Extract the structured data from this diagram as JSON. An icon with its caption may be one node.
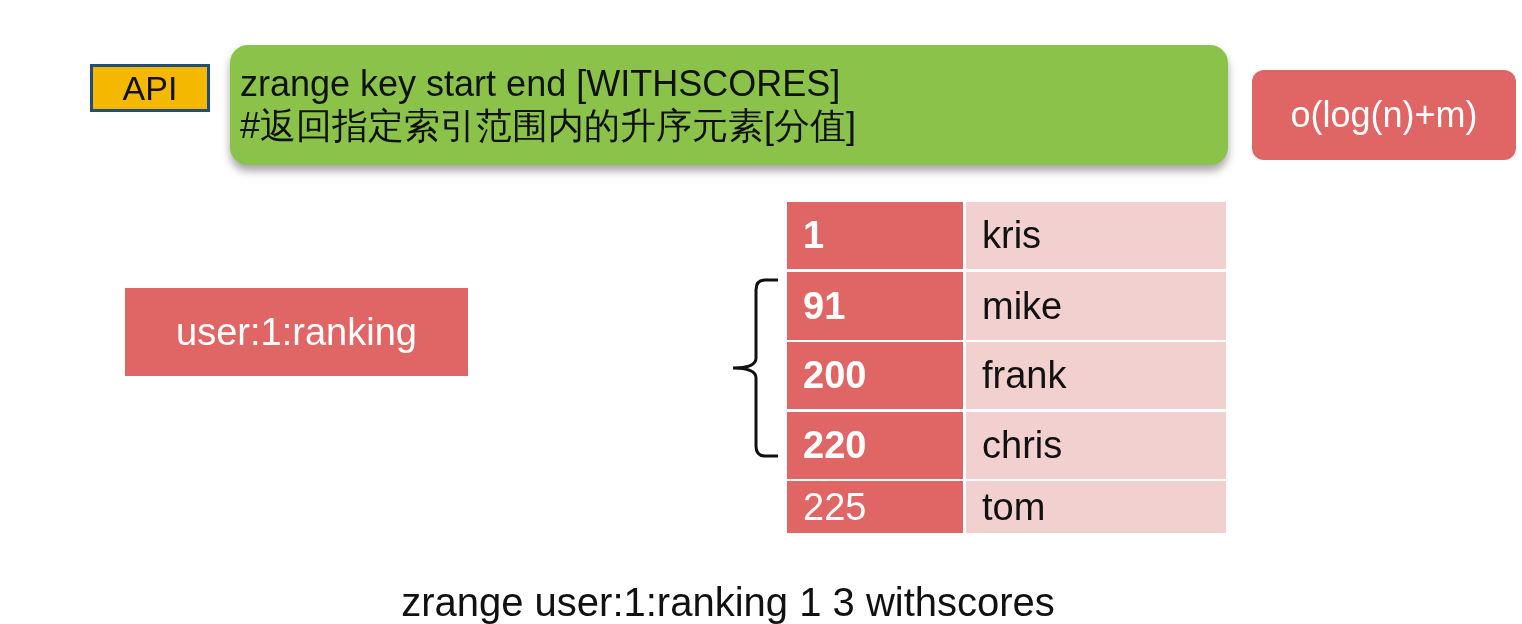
{
  "diagram": {
    "nodes": [
      {
        "text": [
          "API"
        ]
      },
      {
        "text": [
          "zrange key start end [WITHSCORES]",
          "#返回指定索引范围内的升序元素[分值]"
        ]
      },
      {
        "text": [
          "o(log(n)+m)"
        ]
      },
      {
        "text": [
          "user:1:ranking"
        ]
      }
    ],
    "labels": [
      "1",
      "kris",
      "91",
      "mike",
      "200",
      "frank",
      "220",
      "chris",
      "225",
      "tom",
      "zrange user:1:ranking 1 3 withscores"
    ]
  }
}
